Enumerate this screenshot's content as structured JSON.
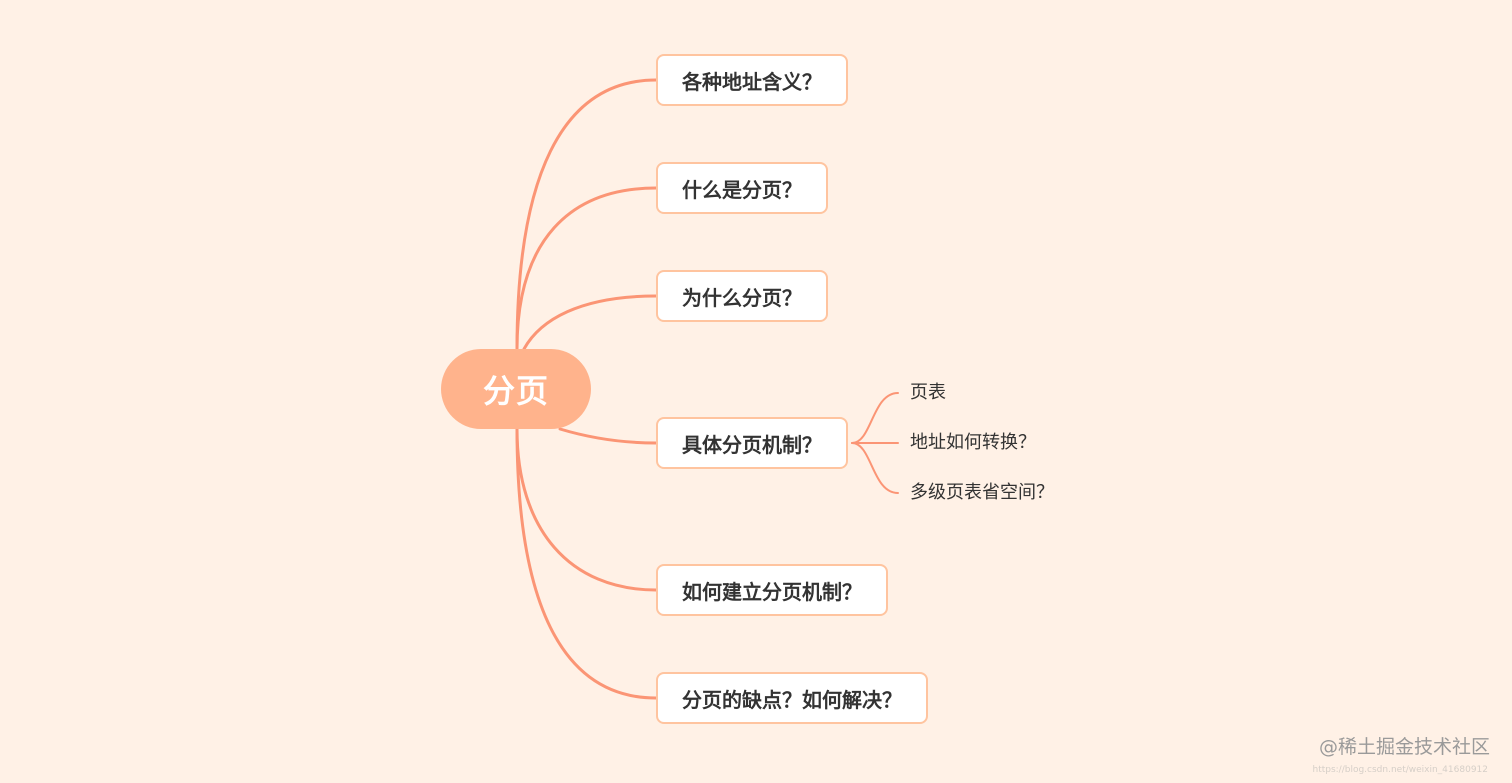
{
  "root": {
    "label": "分页"
  },
  "topics": [
    {
      "label": "各种地址含义？"
    },
    {
      "label": "什么是分页？"
    },
    {
      "label": "为什么分页？"
    },
    {
      "label": "具体分页机制？",
      "children": [
        {
          "label": "页表"
        },
        {
          "label": "地址如何转换？"
        },
        {
          "label": "多级页表省空间？"
        }
      ]
    },
    {
      "label": "如何建立分页机制？"
    },
    {
      "label": "分页的缺点？如何解决？"
    }
  ],
  "watermark": {
    "text": "@稀土掘金技术社区",
    "url": "https://blog.csdn.net/weixin_41680912"
  },
  "colors": {
    "background": "#fff1e6",
    "root_fill": "#ffb38c",
    "branch_line": "#fb9575",
    "topic_border": "#ffc49f"
  }
}
